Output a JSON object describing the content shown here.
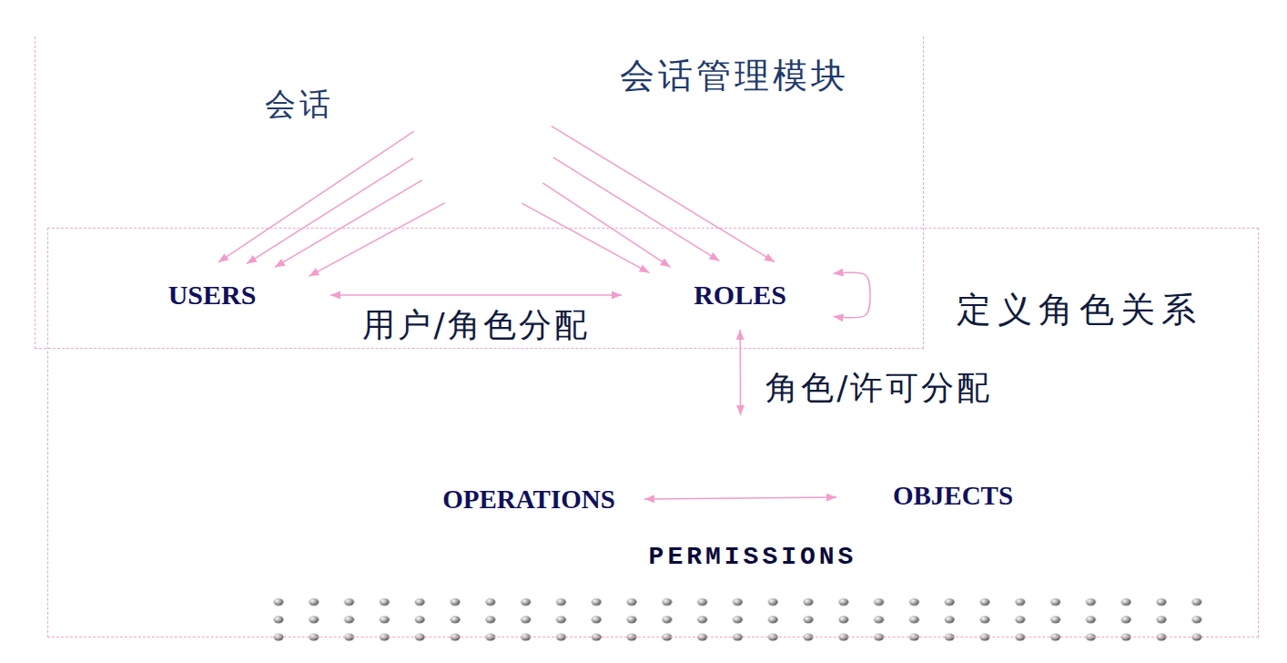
{
  "diagram": {
    "nodes": [
      {
        "text": [
          "会话管理模块"
        ]
      },
      {
        "text": [
          "会话"
        ],
        "in": 0
      },
      {
        "text": [
          "定义角色关系"
        ]
      },
      {
        "text": [
          "USERS"
        ],
        "in": 2
      },
      {
        "text": [
          "ROLES"
        ],
        "in": 2
      },
      {
        "text": [
          "PERMISSIONS"
        ],
        "in": 2
      },
      {
        "text": [
          "OPERATIONS"
        ],
        "in": 5
      },
      {
        "text": [
          "OBJECTS"
        ],
        "in": 5
      }
    ],
    "edges": [
      {
        "from": 1,
        "to": 3,
        "arrow": "to"
      },
      {
        "from": 1,
        "to": 3,
        "arrow": "to"
      },
      {
        "from": 1,
        "to": 3,
        "arrow": "to"
      },
      {
        "from": 1,
        "to": 3,
        "arrow": "to"
      },
      {
        "from": 1,
        "to": 4,
        "arrow": "to"
      },
      {
        "from": 1,
        "to": 4,
        "arrow": "to"
      },
      {
        "from": 1,
        "to": 4,
        "arrow": "to"
      },
      {
        "from": 1,
        "to": 4,
        "arrow": "to"
      },
      {
        "from": 3,
        "to": 4,
        "arrow": "both",
        "label": "用户/角色分配"
      },
      {
        "from": 4,
        "to": 4,
        "arrow": "both"
      },
      {
        "from": 4,
        "to": 5,
        "arrow": "both",
        "label": "角色/许可分配"
      },
      {
        "from": 6,
        "to": 7,
        "arrow": "both"
      }
    ]
  }
}
